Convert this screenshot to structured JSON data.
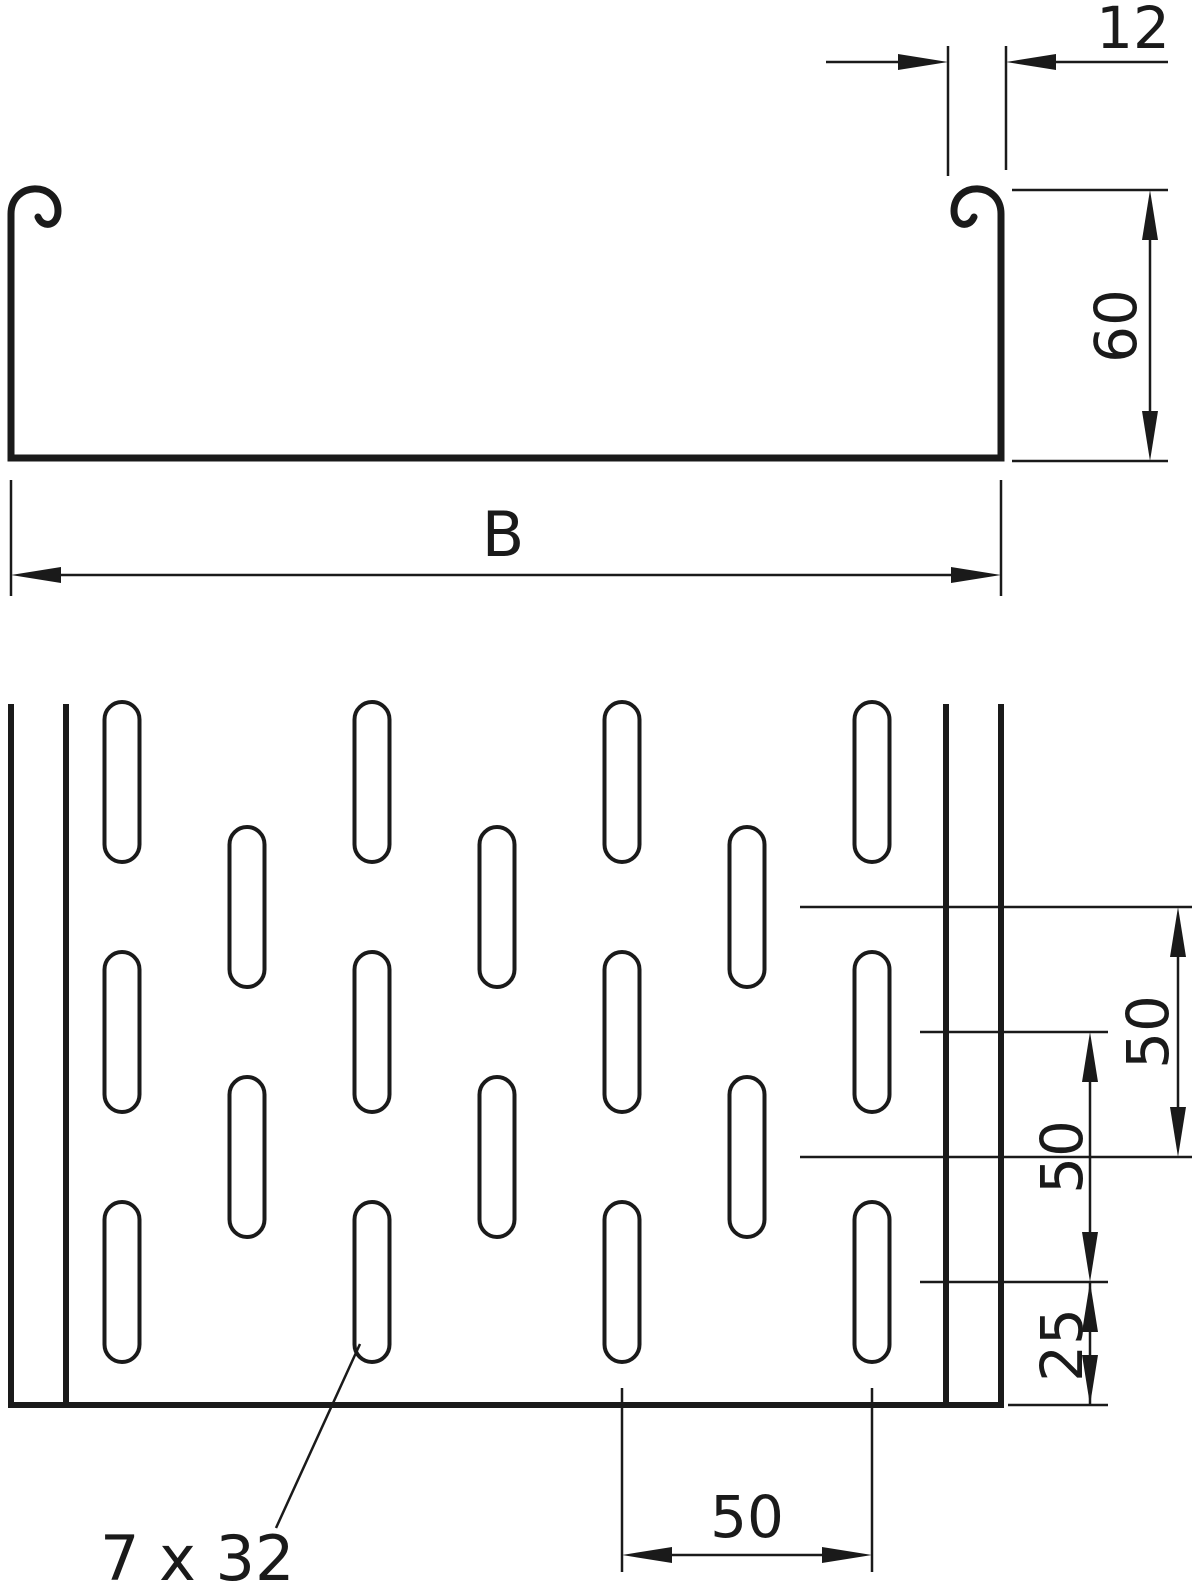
{
  "page": {
    "background": "#ffffff",
    "line_color": "#1a1a1a"
  },
  "section_view": {
    "dim_flange_roll_width": "12",
    "dim_side_height": "60",
    "dim_overall_width": "B"
  },
  "plan_view": {
    "dim_slot_row_pitch_outer": "50",
    "dim_slot_row_pitch_inner": "50",
    "dim_bottom_edge_offset": "25",
    "dim_slot_column_pitch": "50",
    "slot_size_label": "7 x 32"
  }
}
